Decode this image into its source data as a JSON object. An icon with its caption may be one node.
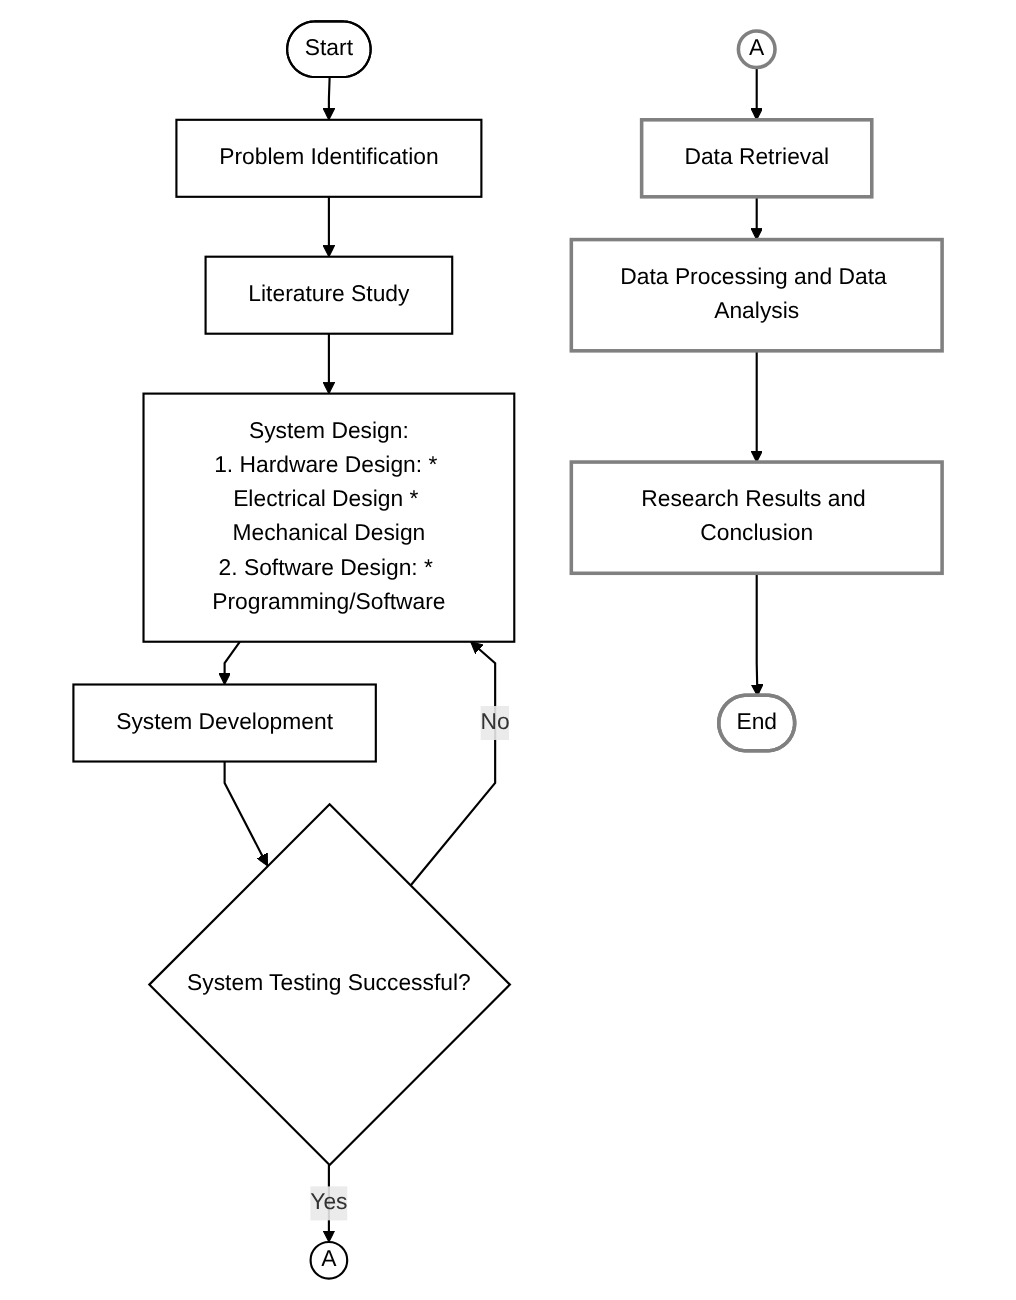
{
  "diagram": {
    "nodes": [
      {
        "text": [
          "Start"
        ]
      },
      {
        "text": [
          "Problem Identification"
        ]
      },
      {
        "text": [
          "Literature Study"
        ]
      },
      {
        "text": [
          "System Design:",
          "1. Hardware Design: * Electrical Design * Mechanical Design",
          "2. Software Design: * Programming/Software"
        ]
      },
      {
        "text": [
          "System Development"
        ]
      },
      {
        "text": [
          "System Testing Successful?"
        ]
      },
      {
        "text": [
          "A"
        ]
      },
      {
        "text": [
          "A"
        ]
      },
      {
        "text": [
          "Data Retrieval"
        ]
      },
      {
        "text": [
          "Data Processing and Data Analysis"
        ]
      },
      {
        "text": [
          "Research Results and Conclusion"
        ]
      },
      {
        "text": [
          "End"
        ]
      }
    ],
    "edges": [
      {
        "from": 0,
        "to": 1,
        "arrow": "to"
      },
      {
        "from": 1,
        "to": 2,
        "arrow": "to"
      },
      {
        "from": 2,
        "to": 3,
        "arrow": "to"
      },
      {
        "from": 3,
        "to": 4,
        "arrow": "to"
      },
      {
        "from": 4,
        "to": 5,
        "arrow": "to"
      },
      {
        "from": 5,
        "to": 3,
        "arrow": "to",
        "label": "No"
      },
      {
        "from": 5,
        "to": 6,
        "arrow": "to",
        "label": "Yes"
      },
      {
        "from": 7,
        "to": 8,
        "arrow": "to"
      },
      {
        "from": 8,
        "to": 9,
        "arrow": "to"
      },
      {
        "from": 9,
        "to": 10,
        "arrow": "to"
      },
      {
        "from": 10,
        "to": 11,
        "arrow": "to"
      }
    ]
  }
}
